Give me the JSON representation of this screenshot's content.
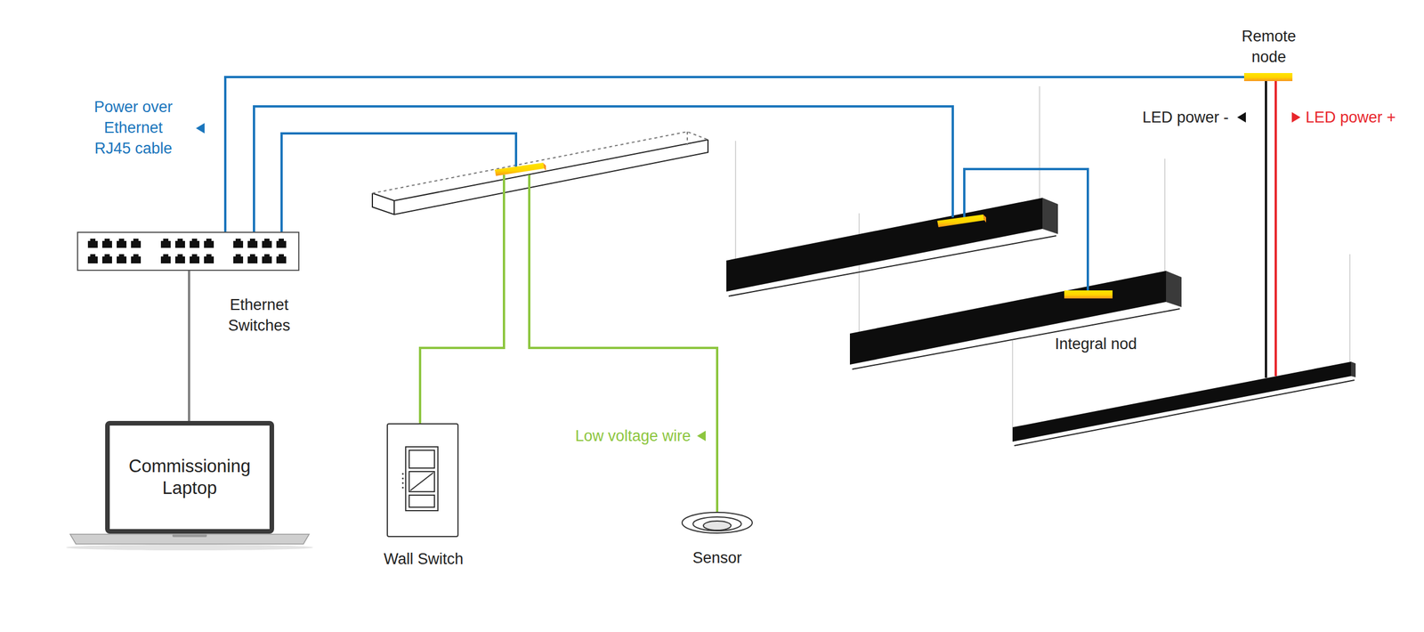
{
  "diagram": {
    "nodes": [
      {
        "text": [
          "Ethernet Switches"
        ]
      },
      {
        "text": [
          "Commissioning Laptop"
        ]
      },
      {
        "text": [
          "Wall Switch"
        ]
      },
      {
        "text": [
          "Sensor"
        ]
      },
      {
        "text": [
          "Remote node"
        ]
      },
      {
        "text": [
          "Integral nod"
        ]
      }
    ],
    "edges": [
      {
        "from": 0,
        "to": 1,
        "arrow": "none"
      },
      {
        "from": 0,
        "to": 4,
        "arrow": "none"
      }
    ],
    "labels": [
      "Power over Ethernet RJ45 cable",
      "Low voltage wire",
      "LED power -",
      "LED power +"
    ]
  }
}
